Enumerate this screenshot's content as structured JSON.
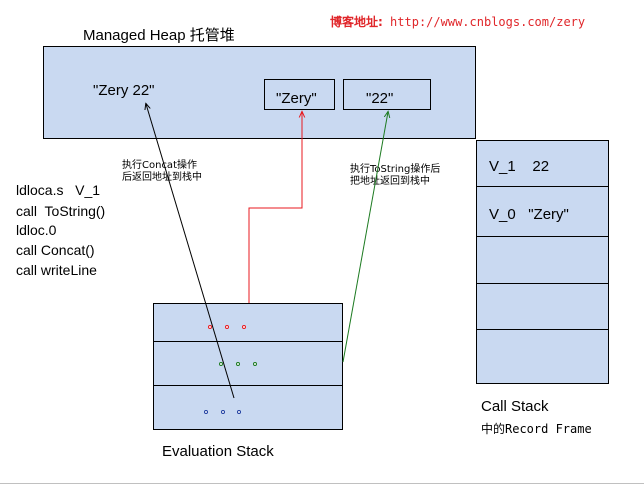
{
  "watermark": {
    "label": "博客地址:",
    "url": "http://www.cnblogs.com/zery"
  },
  "heap": {
    "title": "Managed Heap 托管堆",
    "objects": [
      "\"Zery 22\"",
      "\"Zery\"",
      "\"22\""
    ]
  },
  "il_code": [
    "ldloca.s   V_1",
    "call  ToString()",
    "ldloc.0",
    "call Concat()",
    "call writeLine"
  ],
  "annotations": {
    "concat_note": "执行Concat操作后返回地址到栈中",
    "tostring_note": "执行ToString操作后把地址返回到栈中"
  },
  "call_stack": {
    "slots": [
      {
        "name": "V_1",
        "value": "22"
      },
      {
        "name": "V_0",
        "value": "\"Zery\""
      }
    ],
    "caption": "Call Stack",
    "sub_caption": "中的Record Frame"
  },
  "evaluation_stack": {
    "caption": "Evaluation Stack"
  },
  "colors": {
    "red_arrow": "#e8191f",
    "green_arrow": "#1c7a20",
    "black_arrow": "#000000",
    "heap_fill": "#c9d9f1",
    "blue_dots": "#1f3ea0"
  }
}
